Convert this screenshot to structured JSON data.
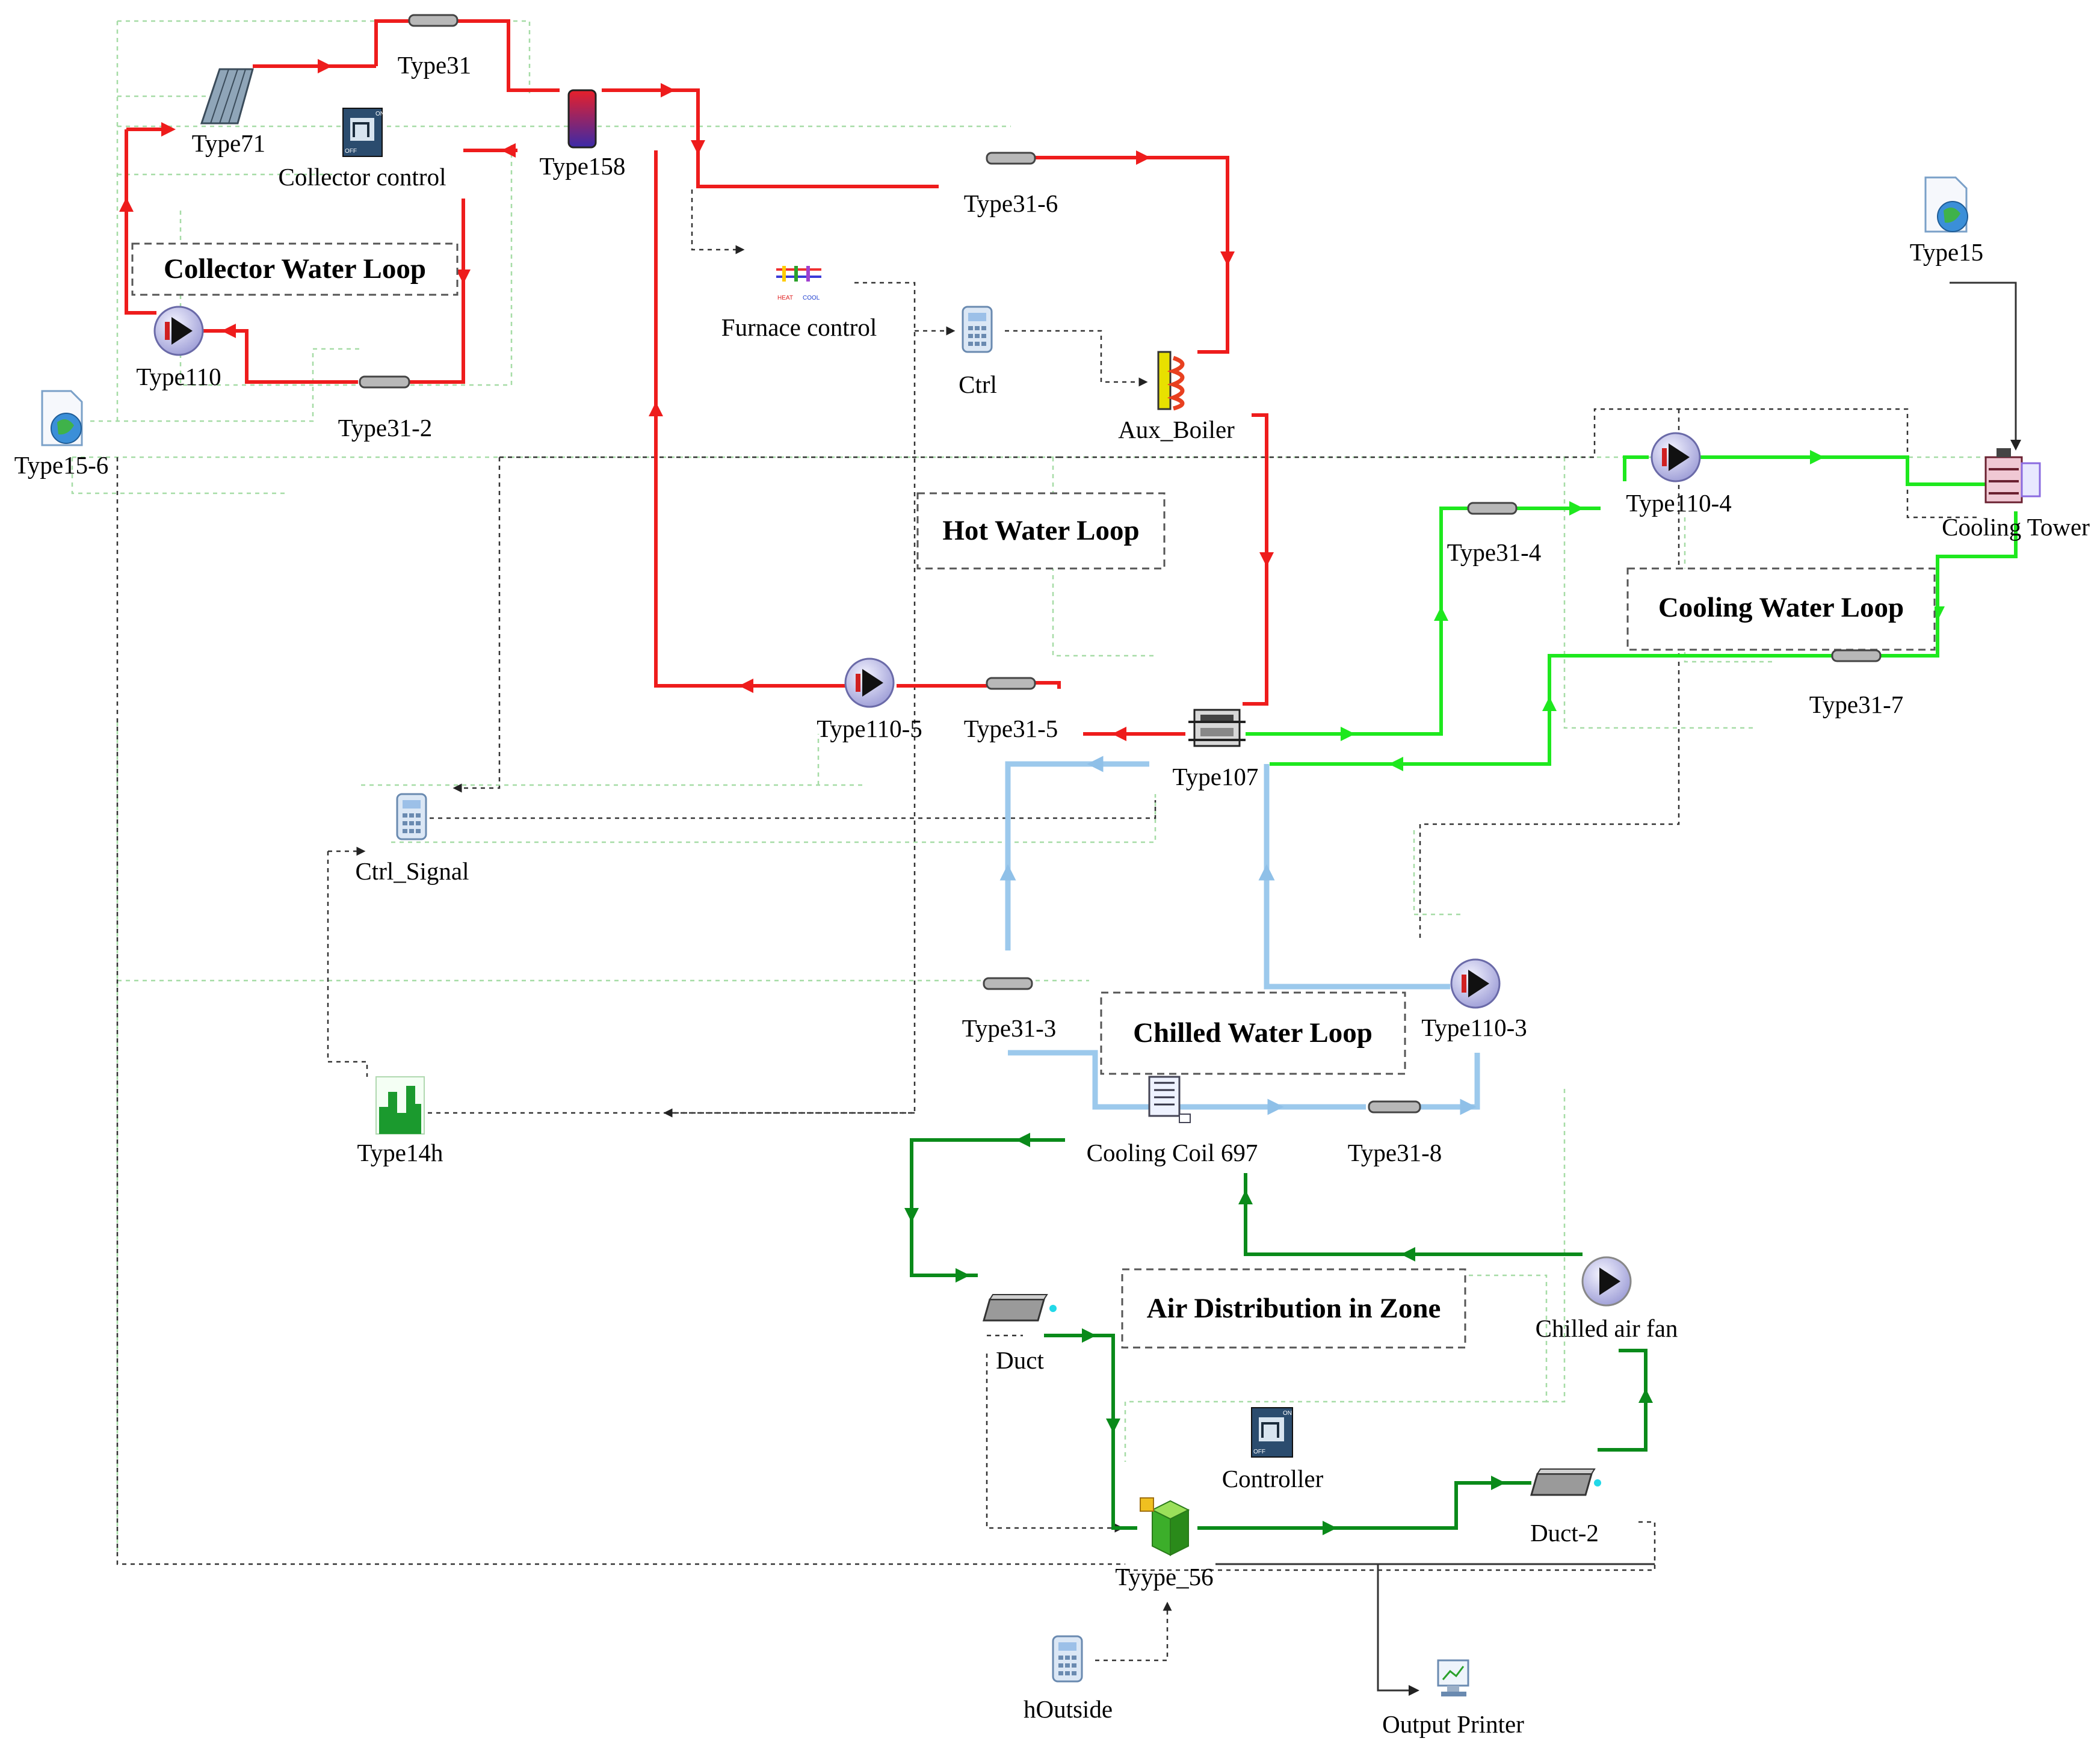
{
  "loops": {
    "collector": "Collector Water Loop",
    "hot": "Hot Water Loop",
    "cooling": "Cooling Water Loop",
    "chilled": "Chilled Water Loop",
    "air": "Air Distribution in Zone"
  },
  "components": {
    "type31": "Type31",
    "type71": "Type71",
    "collector_control": "Collector control",
    "type158": "Type158",
    "type31_6": "Type31-6",
    "type15": "Type15",
    "furnace_control": "Furnace control",
    "type110": "Type110",
    "type31_2": "Type31-2",
    "ctrl": "Ctrl",
    "aux_boiler": "Aux_Boiler",
    "type15_6": "Type15-6",
    "type110_4": "Type110-4",
    "cooling_tower": "Cooling Tower",
    "type31_4": "Type31-4",
    "type31_7": "Type31-7",
    "type110_5": "Type110-5",
    "type31_5": "Type31-5",
    "type107": "Type107",
    "ctrl_signal": "Ctrl_Signal",
    "type31_3": "Type31-3",
    "type110_3": "Type110-3",
    "type14h": "Type14h",
    "cooling_coil": "Cooling Coil 697",
    "type31_8": "Type31-8",
    "duct": "Duct",
    "chilled_air_fan": "Chilled air fan",
    "controller": "Controller",
    "duct_2": "Duct-2",
    "type56": "Tyype_56",
    "houtside": "hOutside",
    "output_printer": "Output Printer"
  },
  "icon_badges": {
    "on": "ON",
    "off": "OFF",
    "heat": "HEAT",
    "cool": "COOL"
  },
  "colors": {
    "hot_water": "#ee1c1c",
    "cooling_water": "#1ee81e",
    "chilled_water": "#9cc9ec",
    "air": "#0a8a1a",
    "control_signal": "#333333"
  }
}
